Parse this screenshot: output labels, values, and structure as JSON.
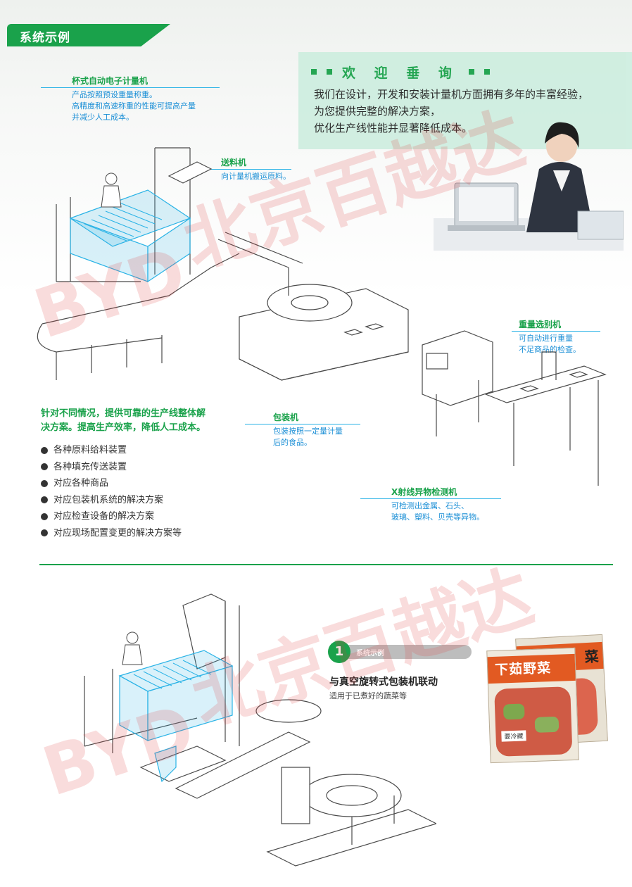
{
  "section_tab": {
    "label": "系统示例"
  },
  "welcome": {
    "title": "欢 迎 垂 询",
    "lines": [
      "我们在设计，开发和安装计量机方面拥有多年的丰富经验，",
      "为您提供完整的解决方案，",
      "优化生产线性能并显著降低成本。"
    ]
  },
  "callouts": {
    "weigher": {
      "title": "杯式自动电子计量机",
      "lines": [
        "产品按照预设重量称重。",
        "高精度和高速称重的性能可提高产量",
        "并减少人工成本。"
      ]
    },
    "feeder": {
      "title": "送料机",
      "lines": [
        "向计量机搬运原料。"
      ]
    },
    "checker": {
      "title": "重量选别机",
      "lines": [
        "可自动进行重量",
        "不足商品的检查。"
      ]
    },
    "packer": {
      "title": "包装机",
      "lines": [
        "包装按照一定量计量",
        "后的食品。"
      ]
    },
    "xray": {
      "title": "X射线异物检测机",
      "lines": [
        "可检测出金属、石头、",
        "玻璃、塑料、贝壳等异物。"
      ]
    }
  },
  "features": {
    "title_lines": [
      "针对不同情况，提供可靠的生产线整体解",
      "决方案。提高生产效率，降低人工成本。"
    ],
    "items": [
      "各种原料给料装置",
      "各种填充传送装置",
      "对应各种商品",
      "对应包装机系统的解决方案",
      "对应检查设备的解决方案",
      "对应现场配置变更的解决方案等"
    ]
  },
  "example": {
    "number": "1",
    "badge": "系统示例",
    "title": "与真空旋转式包装机联动",
    "subtitle": "适用于已煮好的蔬菜等"
  },
  "product": {
    "brand": "下茹野菜",
    "brand2": "菜",
    "tag": "要冷藏"
  },
  "watermarks": [
    "BYD",
    "北京百越达"
  ],
  "colors": {
    "green": "#1aa24b",
    "cyan": "#2ab3e6",
    "blue_text": "#1b8fd6",
    "mint_panel": "#cfeee0"
  }
}
